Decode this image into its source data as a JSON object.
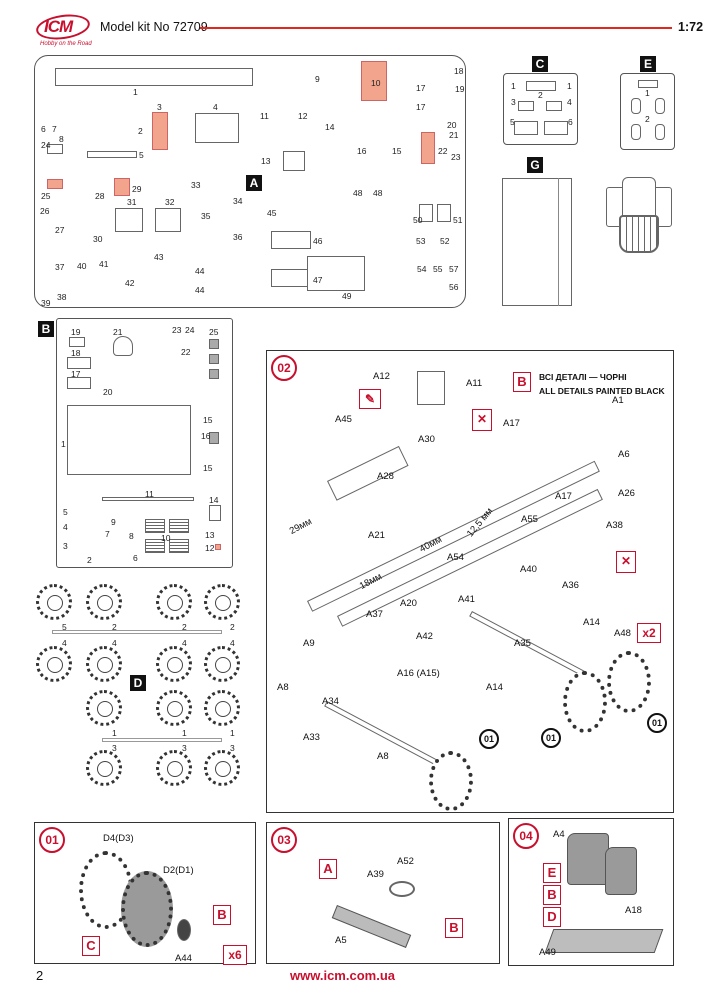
{
  "header": {
    "brand": "ICM",
    "brand_tagline": "Hobby on the Road",
    "title": "Model kit No 72709",
    "scale": "1:72"
  },
  "sprues": {
    "A": {
      "label": "A",
      "parts": [
        "1",
        "2",
        "3",
        "4",
        "5",
        "6",
        "7",
        "8",
        "9",
        "10",
        "11",
        "12",
        "13",
        "14",
        "15",
        "16",
        "17",
        "17",
        "18",
        "19",
        "20",
        "21",
        "22",
        "23",
        "24",
        "25",
        "26",
        "27",
        "28",
        "29",
        "30",
        "31",
        "32",
        "33",
        "34",
        "35",
        "36",
        "37",
        "38",
        "39",
        "40",
        "41",
        "42",
        "43",
        "44",
        "44",
        "45",
        "46",
        "47",
        "48",
        "48",
        "49",
        "50",
        "51",
        "52",
        "53",
        "54",
        "55",
        "56",
        "57"
      ]
    },
    "B": {
      "label": "B",
      "parts": [
        "19",
        "18",
        "17",
        "21",
        "23",
        "24",
        "22",
        "25",
        "20",
        "1",
        "15",
        "16",
        "15",
        "11",
        "5",
        "4",
        "3",
        "2",
        "9",
        "7",
        "8",
        "6",
        "10",
        "14",
        "13",
        "12"
      ]
    },
    "C": {
      "label": "C",
      "parts": [
        "1",
        "1",
        "2",
        "3",
        "4",
        "5",
        "6"
      ]
    },
    "E": {
      "label": "E",
      "parts": [
        "1",
        "2"
      ]
    },
    "G": {
      "label": "G"
    },
    "D": {
      "label": "D",
      "parts": [
        "5",
        "2",
        "2",
        "2",
        "4",
        "4",
        "4",
        "4",
        "1",
        "1",
        "1",
        "3",
        "3",
        "3"
      ]
    }
  },
  "steps": {
    "s02": {
      "number": "02",
      "note_ua": "ВСІ ДЕТАЛІ — ЧОРНІ",
      "note_en": "ALL DETAILS PAINTED BLACK",
      "color_ref": "B",
      "multiplier": "x2",
      "ref_step": "01",
      "labels": [
        "A12",
        "A11",
        "A45",
        "A30",
        "A17",
        "A1",
        "A6",
        "A28",
        "A26",
        "A17",
        "A55",
        "A38",
        "A21",
        "A54",
        "A40",
        "A36",
        "A20",
        "A41",
        "A37",
        "A42",
        "A35",
        "A14",
        "A48",
        "A9",
        "A16 (A15)",
        "A14",
        "A8",
        "A34",
        "A33",
        "A8"
      ],
      "dims": [
        "29мм",
        "12,5 мм",
        "40мм",
        "18мм"
      ]
    },
    "s01": {
      "number": "01",
      "labels": [
        "D4(D3)",
        "D2(D1)",
        "A44"
      ],
      "colors": [
        "C",
        "B"
      ],
      "multiplier": "x6"
    },
    "s03": {
      "number": "03",
      "labels": [
        "A39",
        "A52",
        "A5"
      ],
      "colors": [
        "A",
        "B"
      ]
    },
    "s04": {
      "number": "04",
      "labels": [
        "A4",
        "A18",
        "A49"
      ],
      "colors": [
        "E",
        "B",
        "D"
      ]
    }
  },
  "footer": {
    "page": "2",
    "url": "www.icm.com.ua"
  },
  "colors": {
    "accent": "#c8102e",
    "rule": "#e0281e",
    "highlight": "#f2a58c"
  }
}
